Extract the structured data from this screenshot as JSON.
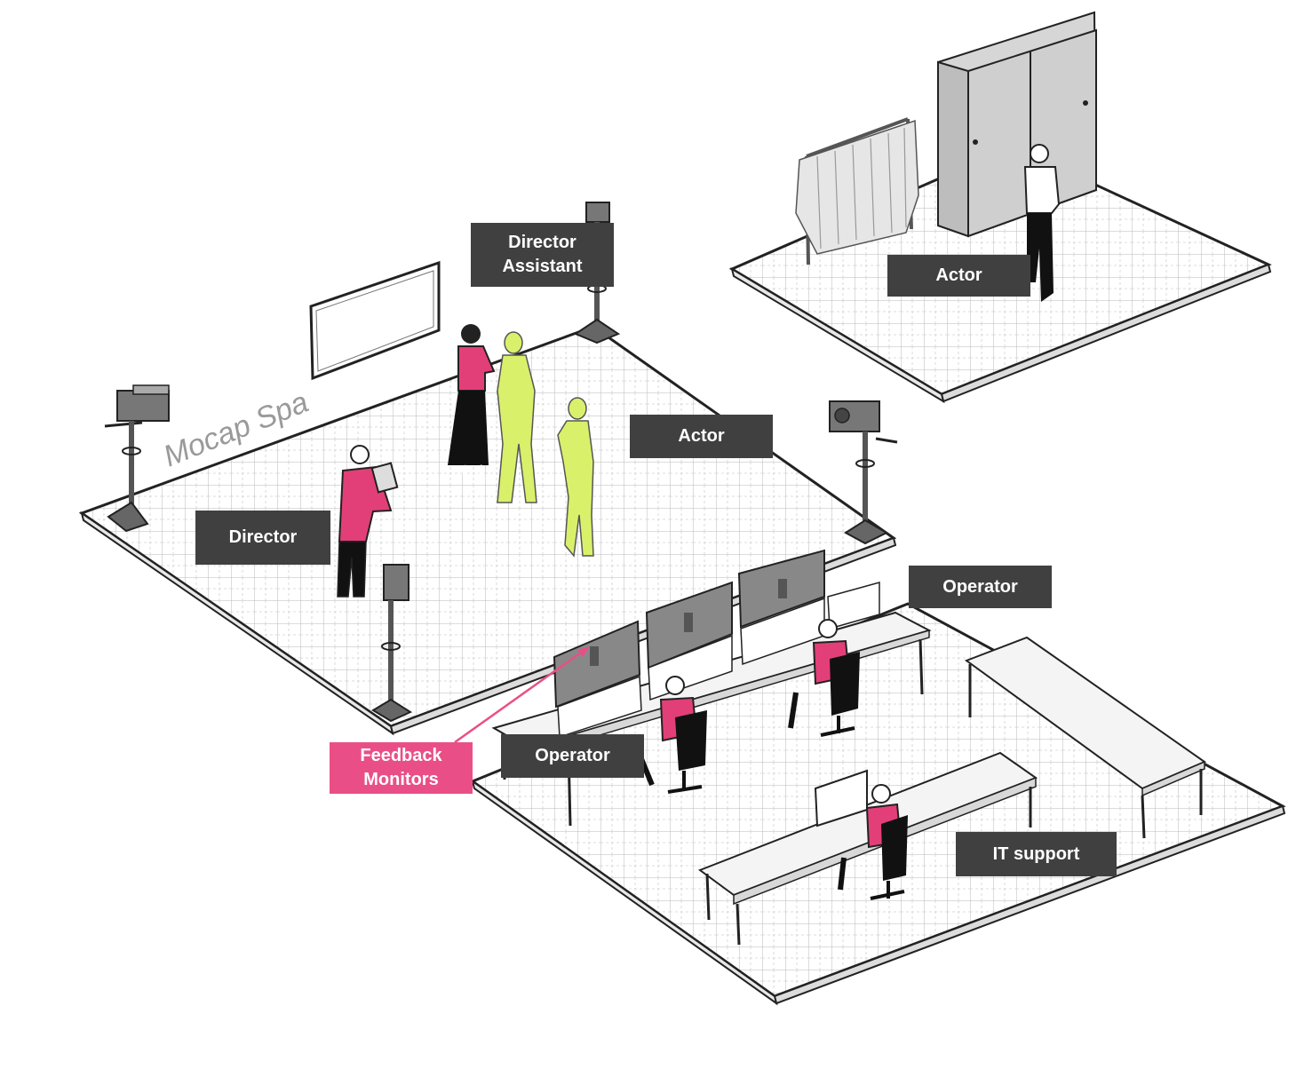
{
  "scene": {
    "areas": {
      "mocap_space_sign": "Mocap Spa"
    },
    "labels": {
      "director_assistant": "Director\nAssistant",
      "actor_mocap": "Actor",
      "director": "Director",
      "actor_wardrobe": "Actor",
      "operator_top": "Operator",
      "operator_left": "Operator",
      "feedback_monitors": "Feedback\nMonitors",
      "it_support": "IT support"
    },
    "colors": {
      "label_bg": "#404040",
      "highlight": "#e94f86",
      "mocap_suit": "#d9f06b",
      "shirt": "#e23f78",
      "grid": "#bdbdbd"
    }
  }
}
